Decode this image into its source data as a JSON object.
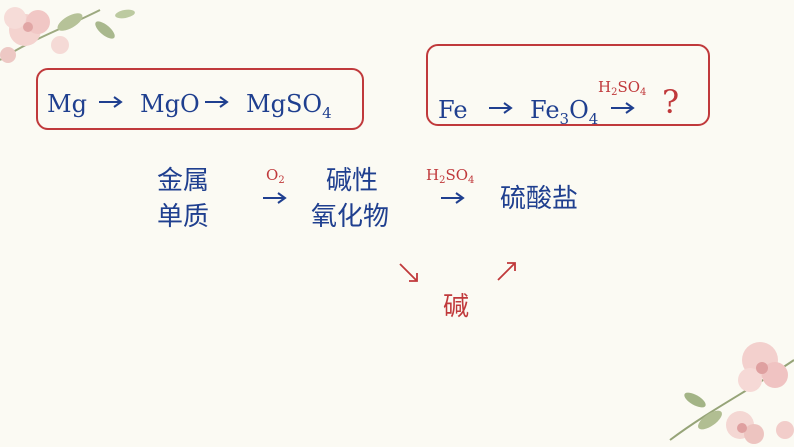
{
  "box1": {
    "items": [
      "Mg",
      "MgO",
      "MgSO"
    ],
    "last_sub": "4"
  },
  "box2": {
    "fe": "Fe",
    "fe3o4_main": "Fe",
    "fe3o4_sub1": "3",
    "fe3o4_o": "O",
    "fe3o4_sub2": "4",
    "reagent": "H",
    "reagent_sub": "2",
    "reagent_mid": "SO",
    "reagent_sub2": "4",
    "question": "?"
  },
  "scheme": {
    "metal_line1": "金属",
    "metal_line2": "单质",
    "o2_main": "O",
    "o2_sub": "2",
    "oxide_line1": "碱性",
    "oxide_line2": "氧化物",
    "acid_main": "H",
    "acid_sub": "2",
    "acid_mid": "SO",
    "acid_sub2": "4",
    "salt": "硫酸盐",
    "base": "碱"
  },
  "colors": {
    "blue": "#1f3f8f",
    "red": "#c0393b"
  },
  "icons": [
    "flower-decoration-top-left",
    "flower-decoration-bottom-right"
  ]
}
